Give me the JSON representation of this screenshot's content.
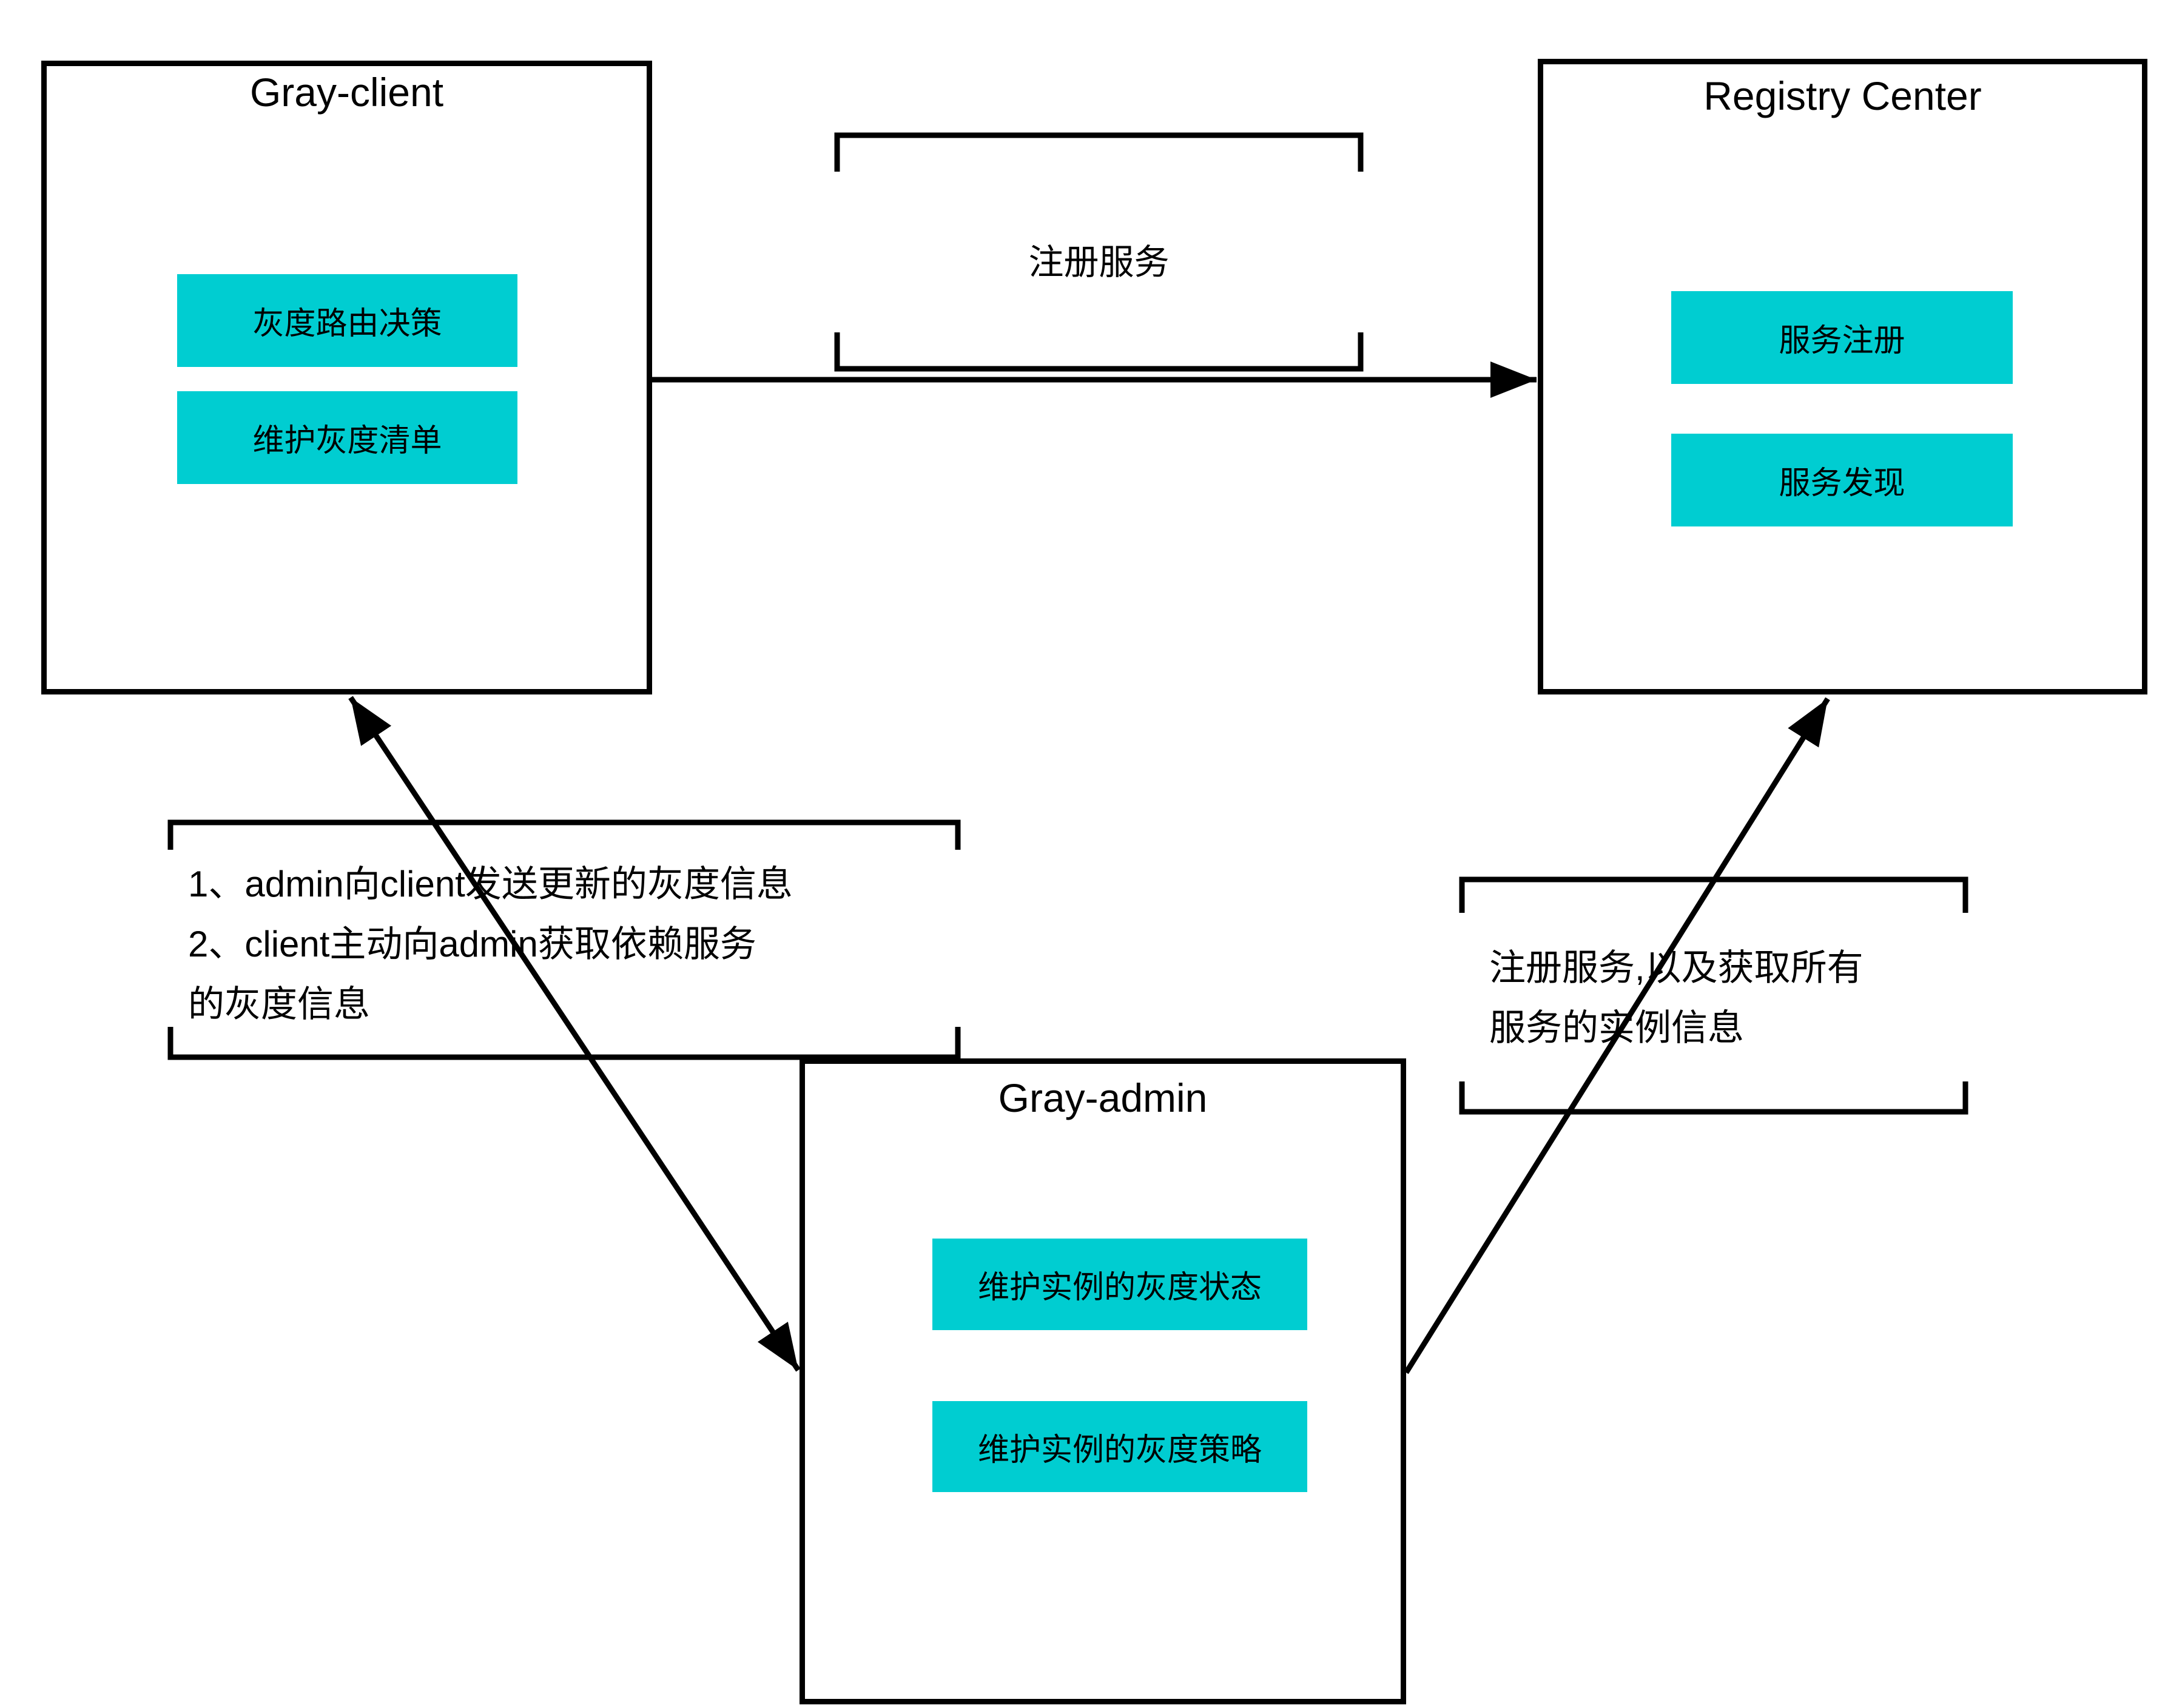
{
  "nodes": {
    "gray_client": {
      "title": "Gray-client",
      "item1": "灰度路由决策",
      "item2": "维护灰度清单"
    },
    "registry_center": {
      "title": "Registry Center",
      "item1": "服务注册",
      "item2": "服务发现"
    },
    "gray_admin": {
      "title": "Gray-admin",
      "item1": "维护实例的灰度状态",
      "item2": "维护实例的灰度策略"
    }
  },
  "edges": {
    "client_to_registry": {
      "label": "注册服务"
    },
    "admin_client_exchange": {
      "line1": "1、admin向client发送更新的灰度信息",
      "line2": "2、client主动向admin获取依赖服务",
      "line3": "的灰度信息"
    },
    "admin_to_registry": {
      "line1": "注册服务,以及获取所有",
      "line2": "服务的实例信息"
    }
  },
  "colors": {
    "item_fill": "#00cdd1",
    "node_border": "#000000",
    "line": "#000000",
    "background": "#ffffff",
    "text": "#000000"
  }
}
